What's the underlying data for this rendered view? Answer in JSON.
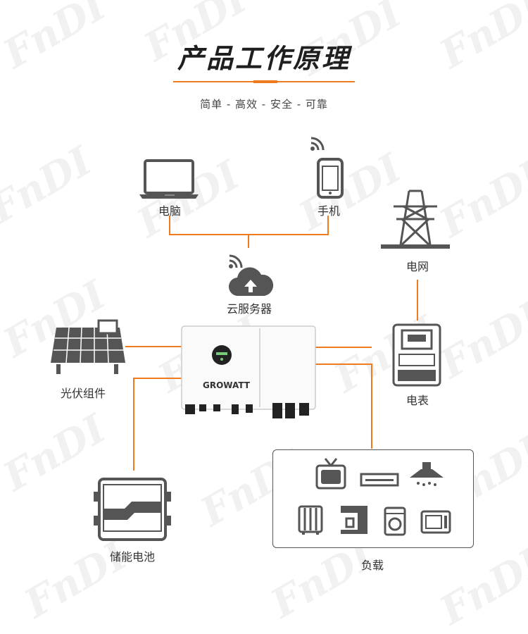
{
  "header": {
    "title": "产品工作原理",
    "subtitle": "简单 - 高效 - 安全 - 可靠"
  },
  "watermark": {
    "text": "FnDI"
  },
  "nodes": {
    "computer": "电脑",
    "phone": "手机",
    "cloud": "云服务器",
    "grid": "电网",
    "solar": "光伏组件",
    "meter": "电表",
    "battery": "储能电池",
    "load": "负载"
  },
  "inverter": {
    "brand": "GROWATT"
  },
  "colors": {
    "accent": "#f07a1e",
    "icon": "#555555"
  }
}
